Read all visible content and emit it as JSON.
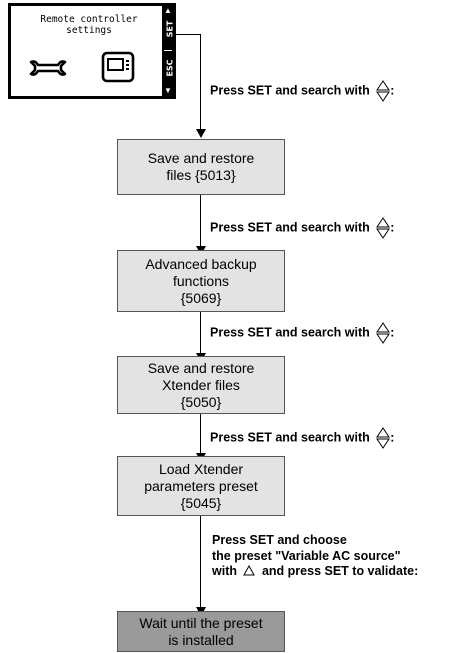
{
  "device": {
    "title": "Remote controller\nsettings",
    "side_labels": [
      "SET",
      "ESC"
    ],
    "icons": [
      "wrench-icon",
      "controller-icon"
    ]
  },
  "steps": [
    {
      "line1": "Save and restore",
      "line2": "files {5013}"
    },
    {
      "line1": "Advanced backup",
      "line2": "functions",
      "line3": "{5069}"
    },
    {
      "line1": "Save and restore",
      "line2": "Xtender files",
      "line3": "{5050}"
    },
    {
      "line1": "Load Xtender",
      "line2": "parameters preset",
      "line3": "{5045}"
    },
    {
      "line1": "Wait until the preset",
      "line2": "is installed"
    }
  ],
  "instructions": {
    "search": "Press SET and search with",
    "final_line1": "Press SET and choose",
    "final_line2": "the preset \"Variable AC source\"",
    "final_line3a": "with",
    "final_line3b": "and press SET to validate:"
  }
}
